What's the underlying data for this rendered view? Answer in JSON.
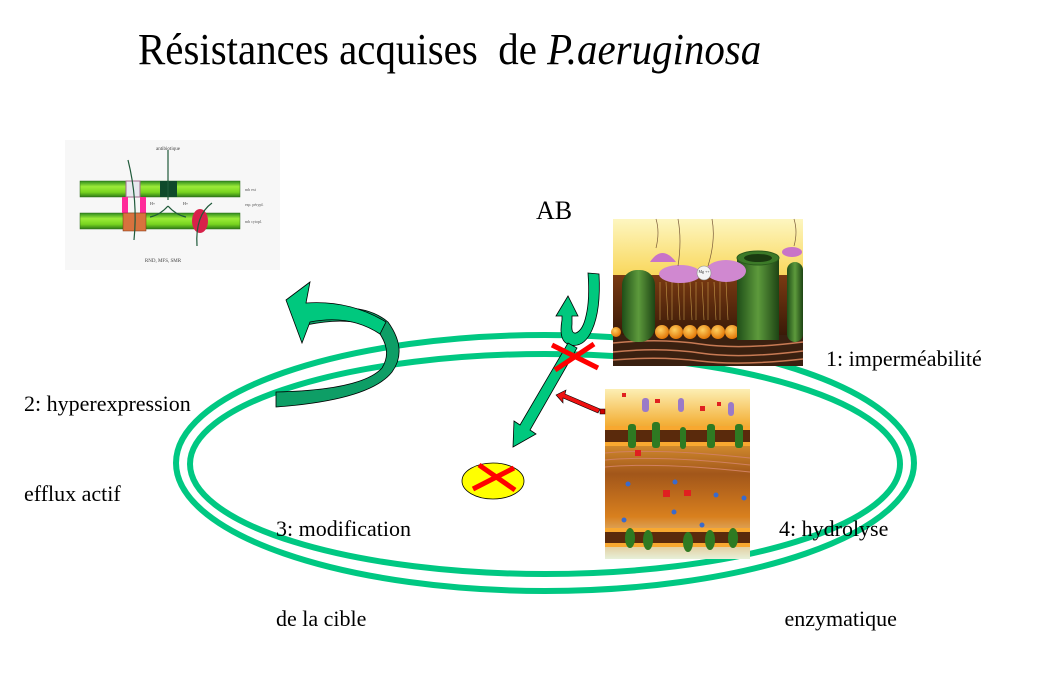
{
  "title": {
    "text_regular": "Résistances acquises  de ",
    "text_italic": "P.aeruginosa"
  },
  "antibiotic_label": "AB",
  "mechanisms": [
    {
      "id": 1,
      "line1": "1: imperméabilité",
      "line2": ""
    },
    {
      "id": 2,
      "line1": "2: hyperexpression",
      "line2": "efflux actif"
    },
    {
      "id": 3,
      "line1": "3: modification",
      "line2": "de la cible"
    },
    {
      "id": 4,
      "line1": "4: hydrolyse",
      "line2": " enzymatique"
    }
  ],
  "efflux_figure": {
    "header_label": "antibiotique",
    "layer_labels": [
      "mb ext",
      "esp. pérypl.",
      "mb cytopl."
    ],
    "proton_labels": [
      "H+",
      "H+"
    ],
    "caption": "RND, MFS, SMR"
  },
  "membrane_figure": {
    "ion_label": "Mg ++"
  },
  "colors": {
    "cell_ring": "#00c882",
    "arrow_fill": "#00c07a",
    "arrow_dark": "#0a9a60",
    "block_cross": "#ff0000",
    "target": "#ffff00",
    "enzyme_arrow": "#ee1111"
  }
}
